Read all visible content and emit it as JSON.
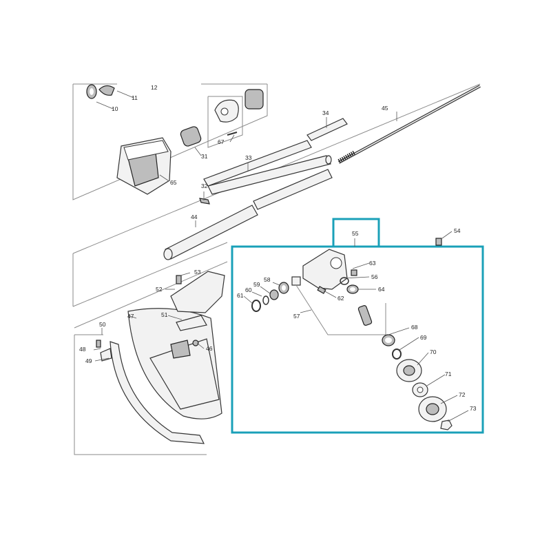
{
  "accent_color": "#1aa0b8",
  "part_numbers": [
    "10",
    "11",
    "12",
    "31",
    "32",
    "33",
    "34",
    "44",
    "45",
    "46",
    "47",
    "48",
    "49",
    "50",
    "51",
    "52",
    "53",
    "54",
    "55",
    "56",
    "57",
    "58",
    "59",
    "60",
    "61",
    "62",
    "63",
    "64",
    "65",
    "67",
    "68",
    "69",
    "70",
    "71",
    "72",
    "73"
  ]
}
